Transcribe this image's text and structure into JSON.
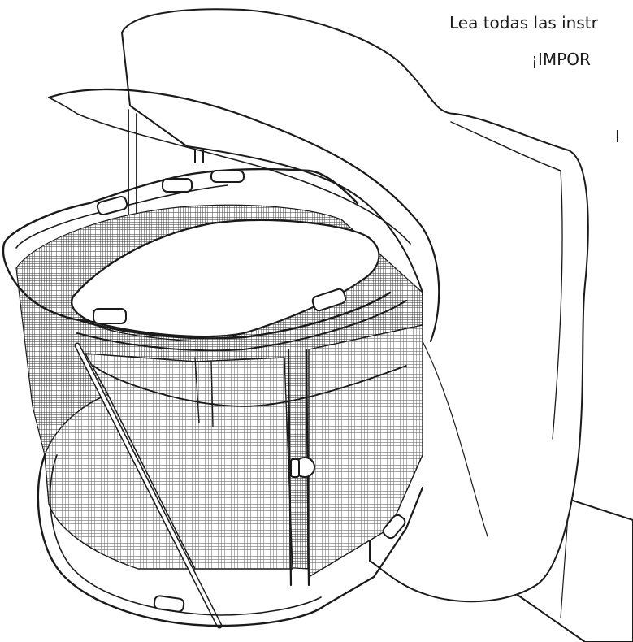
{
  "text_lines": [
    "Lea todas las instr",
    "¡IMPOR",
    "I"
  ],
  "colors": {
    "background": "#ffffff",
    "line": "#1a1a1a",
    "mesh": "#6b6b6b"
  },
  "illustration": {
    "subject": "playard with canopy and mattress",
    "icon": "playard-line-drawing"
  }
}
